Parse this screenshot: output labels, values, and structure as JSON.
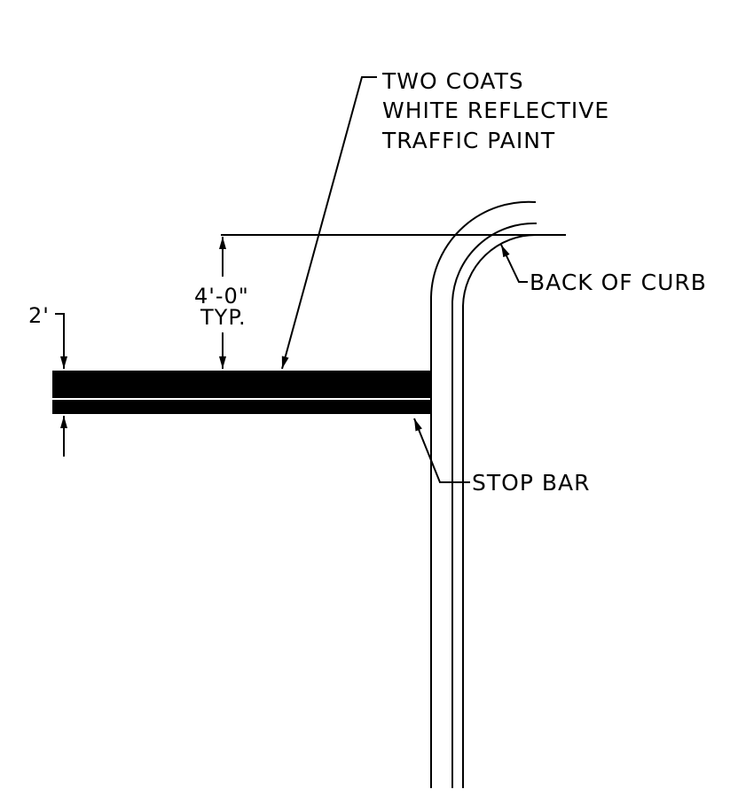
{
  "callouts": {
    "paint_note": [
      "TWO COATS",
      "WHITE REFLECTIVE",
      "TRAFFIC PAINT"
    ],
    "back_of_curb": "BACK OF CURB",
    "stop_bar": "STOP BAR"
  },
  "dimensions": {
    "offset_value": "4'-0\"",
    "offset_note": "TYP.",
    "bar_width": "2'"
  },
  "colors": {
    "line": "#000000",
    "paint": "#000000",
    "background": "#ffffff"
  }
}
